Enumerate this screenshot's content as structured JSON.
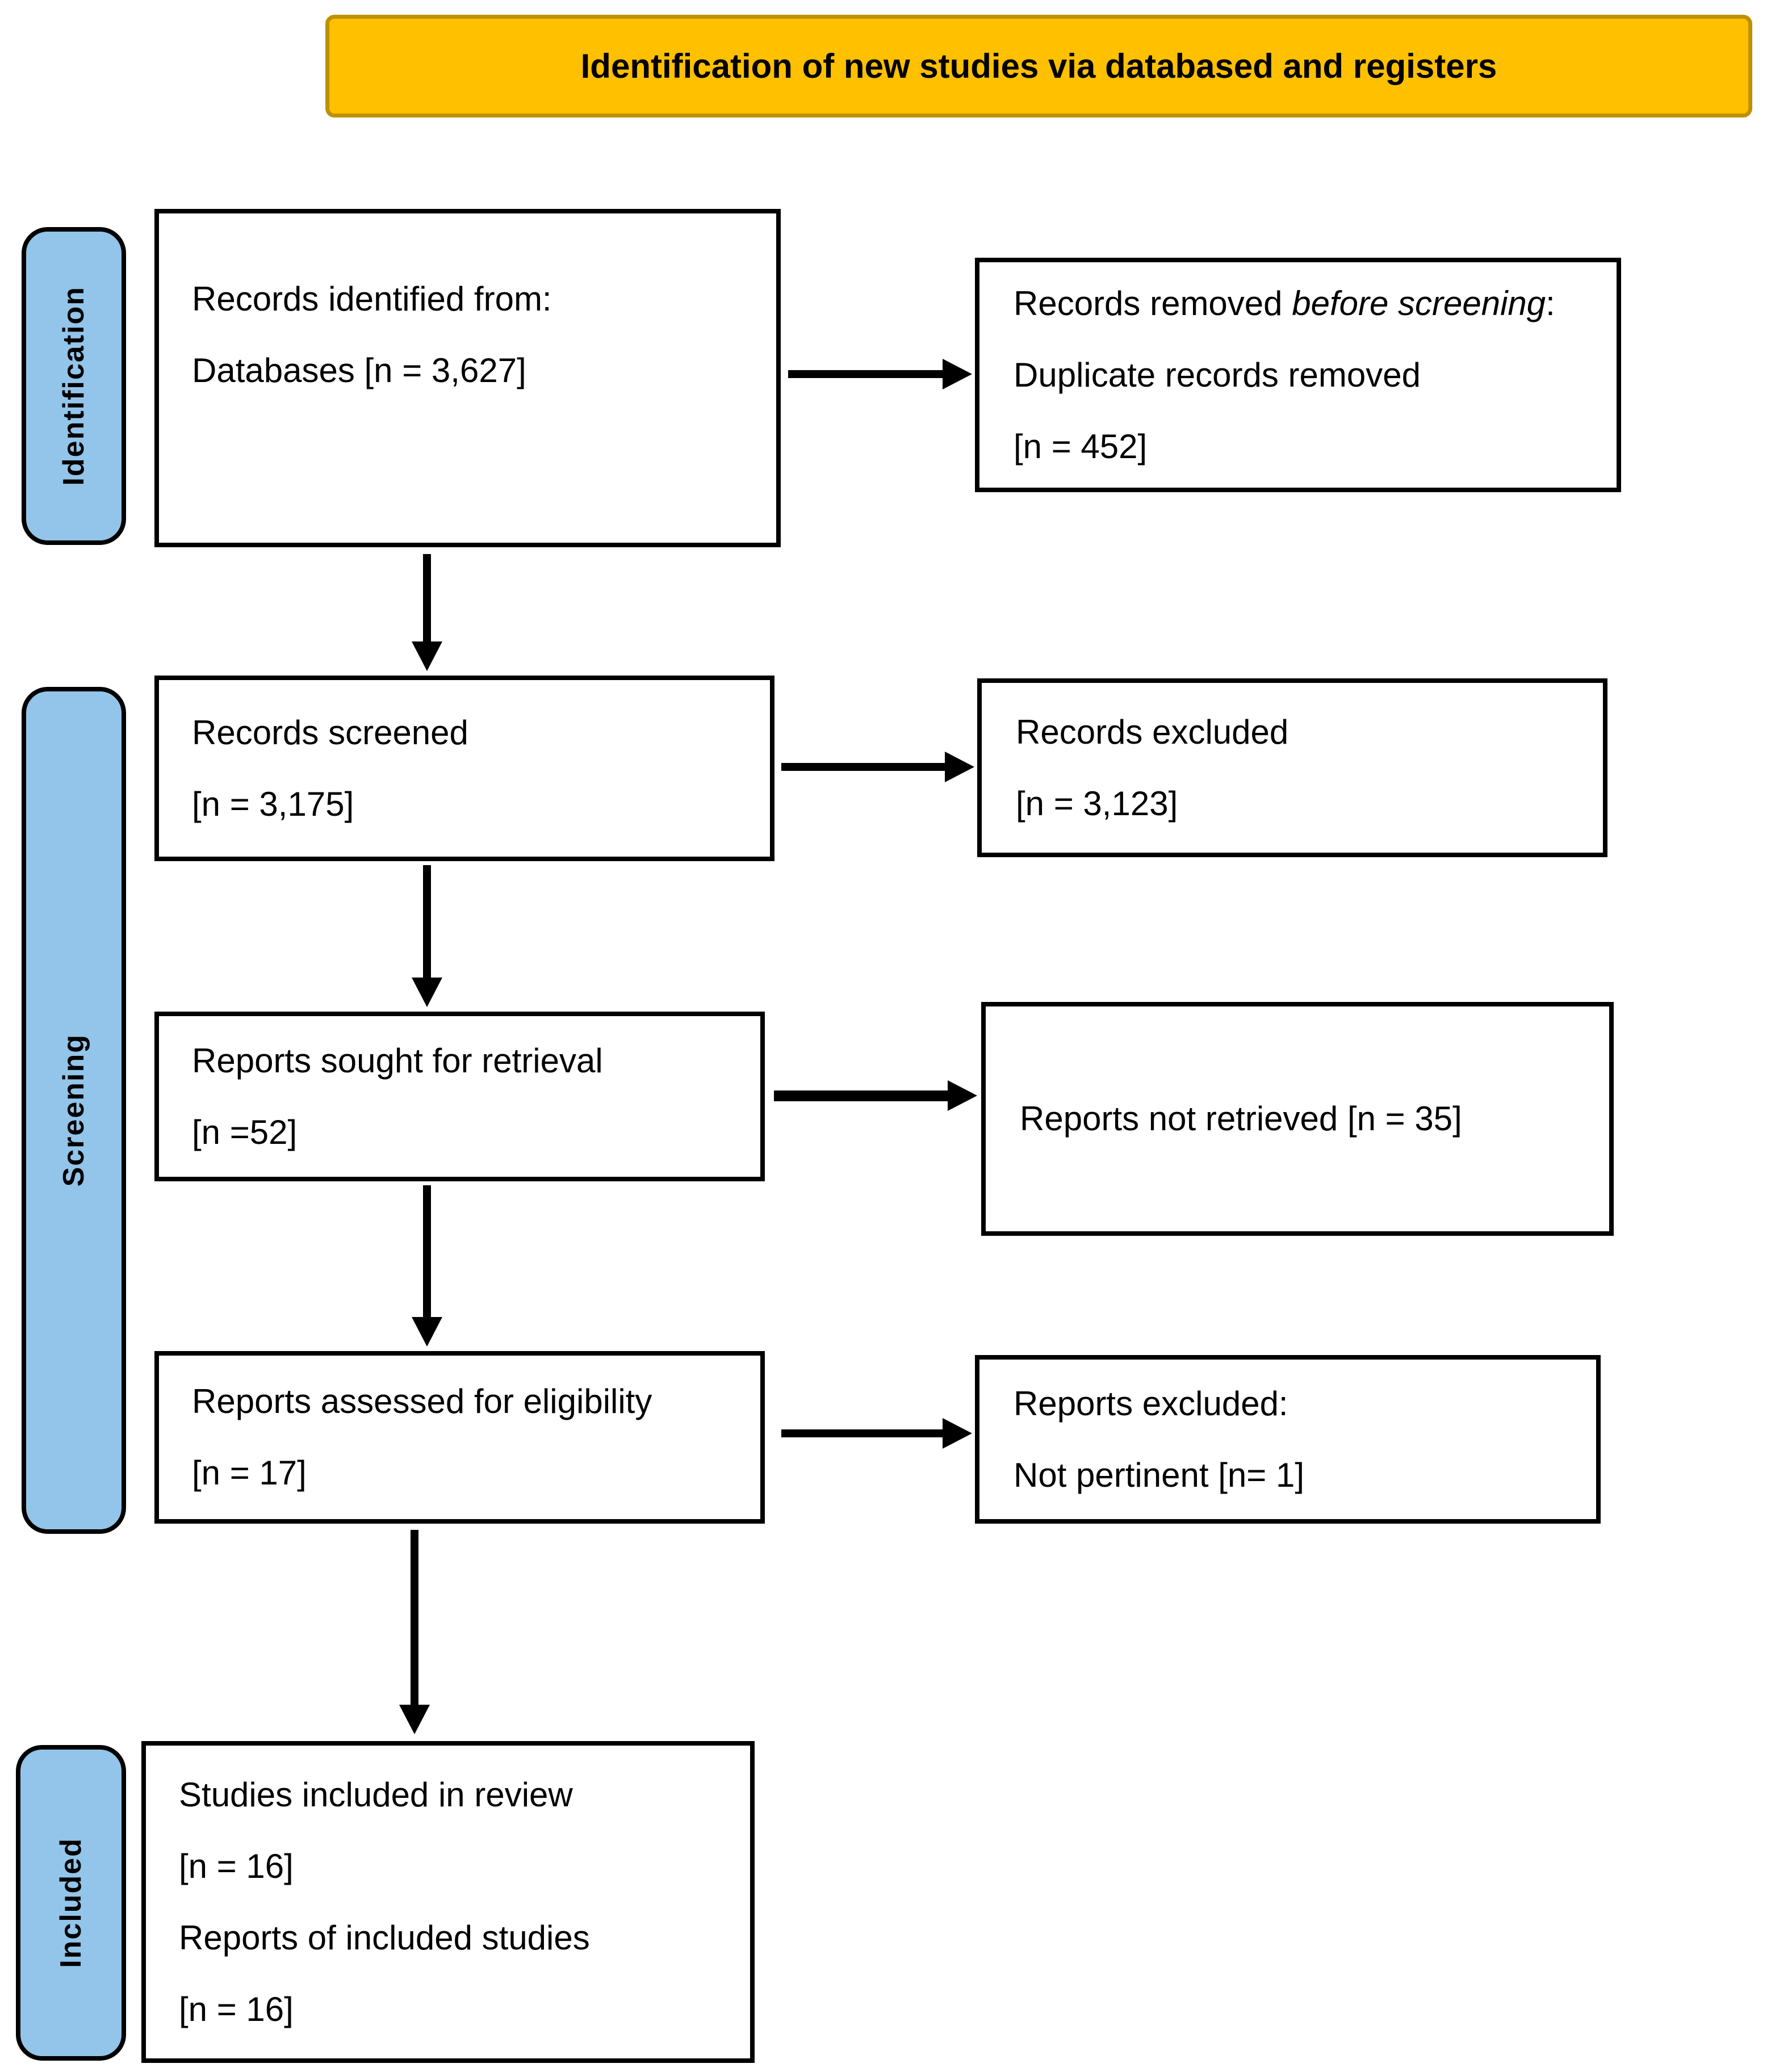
{
  "banner": {
    "title": "Identification of new studies via databased and registers"
  },
  "sidebar": {
    "identification": "Identification",
    "screening": "Screening",
    "included": "Included"
  },
  "flow": {
    "records_identified": {
      "line1": "Records identified from:",
      "line2": "Databases [n = 3,627]"
    },
    "records_removed": {
      "line1_prefix": "Records removed ",
      "line1_italic": "before screening",
      "line1_suffix": ":",
      "line2": "Duplicate records removed",
      "line3": "[n = 452]"
    },
    "records_screened": {
      "line1": "Records screened",
      "line2": "[n = 3,175]"
    },
    "records_excluded": {
      "line1": "Records excluded",
      "line2": "[n = 3,123]"
    },
    "reports_sought": {
      "line1": "Reports sought for retrieval",
      "line2": "[n =52]"
    },
    "reports_not_retrieved": {
      "line1": "Reports not retrieved [n = 35]"
    },
    "reports_assessed": {
      "line1": "Reports assessed for eligibility",
      "line2": "[n = 17]"
    },
    "reports_excluded": {
      "line1": "Reports excluded:",
      "line2": "Not pertinent [n= 1]"
    },
    "studies_included": {
      "line1": "Studies included in review",
      "line2": "[n = 16]",
      "line3": "Reports of included studies",
      "line4": "[n = 16]"
    }
  },
  "colors": {
    "banner_fill": "#FFC000",
    "banner_border": "#BF9000",
    "sidebar_fill": "#92C5E9",
    "sidebar_border": "#000000",
    "box_fill": "#FFFFFF",
    "box_border": "#000000",
    "arrow": "#000000",
    "text": "#000000"
  }
}
